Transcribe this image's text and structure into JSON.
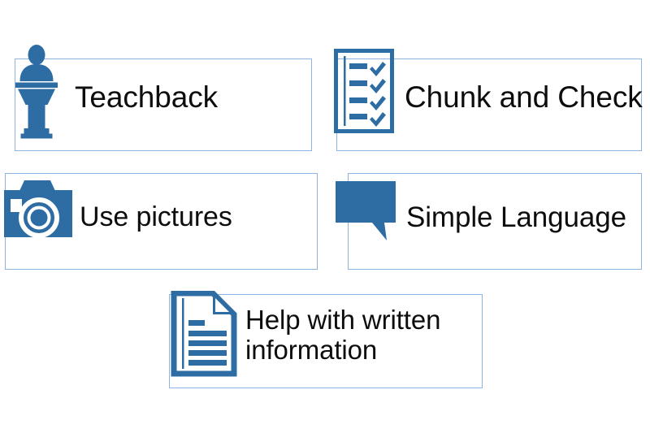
{
  "page": {
    "title": "Health literacy communication techniques",
    "background_color": "#FFFFFF",
    "accent_color": "#2E6DA4",
    "border_color": "#8EB4E3",
    "text_color": "#0D0D0D"
  },
  "cards": [
    {
      "id": "teachback",
      "label": "Teachback",
      "icon": "podium-speaker-icon",
      "icon_color": "#2E6DA4"
    },
    {
      "id": "chunk-and-check",
      "label": "Chunk and Check",
      "icon": "checklist-icon",
      "icon_color": "#2E6DA4"
    },
    {
      "id": "use-pictures",
      "label": "Use pictures",
      "icon": "camera-icon",
      "icon_color": "#2E6DA4"
    },
    {
      "id": "simple-language",
      "label": "Simple Language",
      "icon": "speech-bubble-icon",
      "icon_color": "#2E6DA4"
    },
    {
      "id": "help-with-written-information",
      "label": "Help with written\ninformation",
      "icon": "document-icon",
      "icon_color": "#2E6DA4"
    }
  ]
}
